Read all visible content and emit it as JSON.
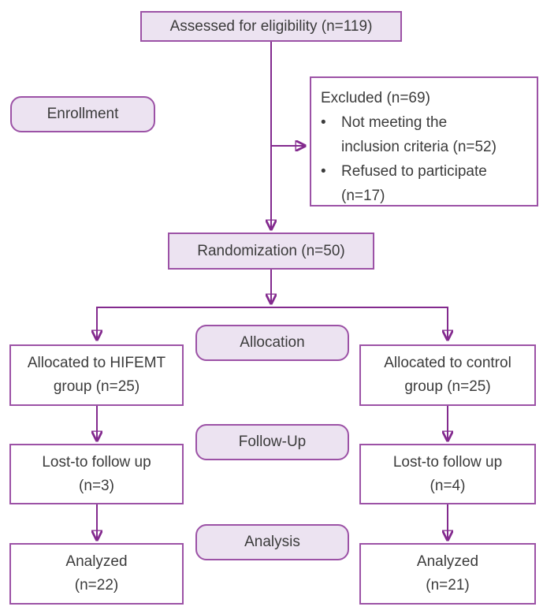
{
  "colors": {
    "line_purple": "#832a8e",
    "border_purple": "#9c52a6",
    "fill_light": "#ece3f1",
    "fill_white": "#ffffff",
    "text_dark": "#3b3b3b"
  },
  "nodes": {
    "assessed": "Assessed for eligibility (n=119)",
    "enrollment_label": "Enrollment",
    "excluded": {
      "title": "Excluded (n=69)",
      "bullet_glyph": "•",
      "items": [
        {
          "line1": "Not meeting the",
          "line2": "inclusion criteria (n=52)"
        },
        {
          "line1": "Refused to participate",
          "line2": "(n=17)"
        }
      ]
    },
    "randomization": "Randomization (n=50)",
    "allocation_label": "Allocation",
    "allocated_hifemt": {
      "line1": "Allocated to HIFEMT",
      "line2": "group (n=25)"
    },
    "allocated_control": {
      "line1": "Allocated to control",
      "line2": "group (n=25)"
    },
    "followup_label": "Follow-Up",
    "lost_hifemt": {
      "line1": "Lost-to follow up",
      "line2": "(n=3)"
    },
    "lost_control": {
      "line1": "Lost-to follow up",
      "line2": "(n=4)"
    },
    "analysis_label": "Analysis",
    "analyzed_hifemt": {
      "line1": "Analyzed",
      "line2": "(n=22)"
    },
    "analyzed_control": {
      "line1": "Analyzed",
      "line2": "(n=21)"
    }
  }
}
